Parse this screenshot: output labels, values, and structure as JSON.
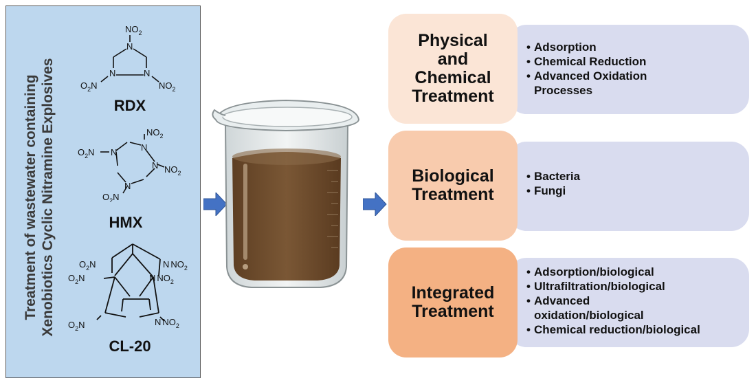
{
  "panel": {
    "title_line1": "Treatment of wastewater containing",
    "title_line2": "Xenobiotics Cyclic Nitramine Explosives"
  },
  "compounds": [
    {
      "name": "RDX"
    },
    {
      "name": "HMX"
    },
    {
      "name": "CL-20"
    }
  ],
  "atoms": {
    "nitrogen": "N",
    "nitro_right": "NO",
    "nitro_left": "O",
    "nitro_left_tail": "N",
    "subscript": "2"
  },
  "treatments": [
    {
      "heading": "Physical and Chemical Treatment",
      "heading_lines": [
        "Physical",
        "and",
        "Chemical",
        "Treatment"
      ],
      "color": "#fbe5d6",
      "items": [
        [
          "Adsorption"
        ],
        [
          "Chemical Reduction"
        ],
        [
          "Advanced Oxidation",
          "Processes"
        ]
      ]
    },
    {
      "heading": "Biological Treatment",
      "heading_lines": [
        "Biological",
        "Treatment"
      ],
      "color": "#f8cbad",
      "items": [
        [
          "Bacteria"
        ],
        [
          "Fungi"
        ]
      ]
    },
    {
      "heading": "Integrated Treatment",
      "heading_lines": [
        "Integrated",
        "Treatment"
      ],
      "color": "#f4b183",
      "items": [
        [
          "Adsorption/biological"
        ],
        [
          "Ultrafiltration/biological"
        ],
        [
          "Advanced",
          "oxidation/biological"
        ],
        [
          "Chemical reduction/biological"
        ]
      ]
    }
  ],
  "colors": {
    "panel_bg": "#bdd7ee",
    "detail_bg": "#d9dcef",
    "arrow": "#4472c4",
    "liquid": "#6b4a2b"
  },
  "icons": {
    "arrows": "right-arrow-icon",
    "beaker": "beaker-icon"
  }
}
